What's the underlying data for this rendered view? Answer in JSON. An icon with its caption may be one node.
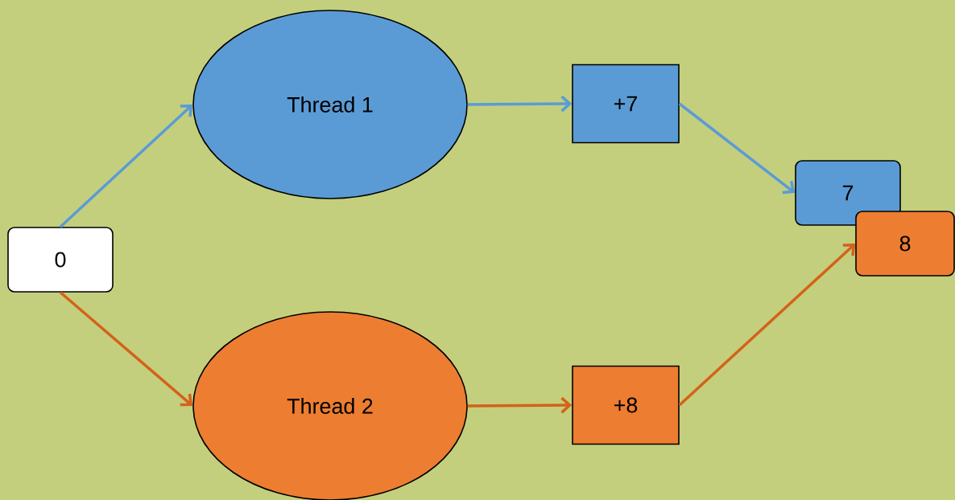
{
  "diagram": {
    "nodes": [
      {
        "text": [
          "0"
        ]
      },
      {
        "text": [
          "Thread 1"
        ]
      },
      {
        "text": [
          "+7"
        ]
      },
      {
        "text": [
          "7"
        ]
      },
      {
        "text": [
          "8"
        ]
      },
      {
        "text": [
          "Thread 2"
        ]
      },
      {
        "text": [
          "+8"
        ]
      }
    ],
    "edges": [
      {
        "from": 0,
        "to": 1,
        "arrow": "to",
        "color": "#5b9bd5"
      },
      {
        "from": 1,
        "to": 2,
        "arrow": "to",
        "color": "#5b9bd5"
      },
      {
        "from": 2,
        "to": 3,
        "arrow": "to",
        "color": "#5b9bd5"
      },
      {
        "from": 0,
        "to": 5,
        "arrow": "to",
        "color": "#d4621a"
      },
      {
        "from": 5,
        "to": 6,
        "arrow": "to",
        "color": "#d4621a"
      },
      {
        "from": 6,
        "to": 4,
        "arrow": "to",
        "color": "#d4621a"
      }
    ]
  }
}
